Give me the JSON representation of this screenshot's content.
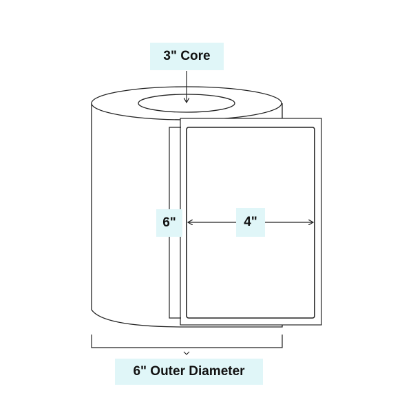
{
  "labels": {
    "core": "3\" Core",
    "label_height": "6\"",
    "label_width": "4\"",
    "outer_diameter": "6\" Outer Diameter"
  },
  "colors": {
    "label_background": "#e0f6f8",
    "line": "#222222",
    "text": "#111111"
  }
}
